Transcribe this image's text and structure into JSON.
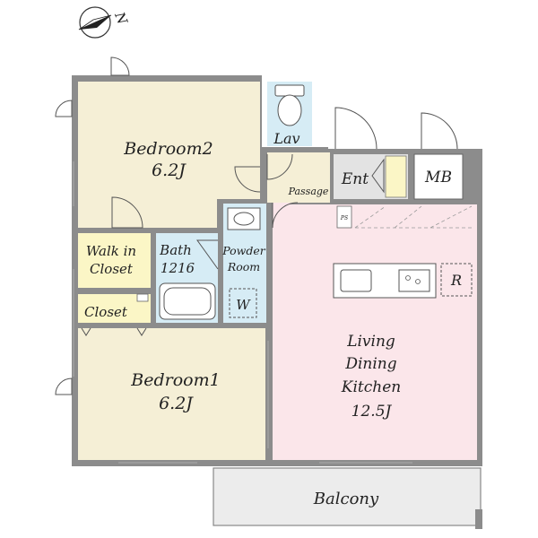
{
  "compass": {
    "label": "N",
    "icon": "north-arrow-icon"
  },
  "rooms": {
    "bedroom2": {
      "name": "Bedroom2",
      "size": "6.2J"
    },
    "bedroom1": {
      "name": "Bedroom1",
      "size": "6.2J"
    },
    "ldk": {
      "line1": "Living",
      "line2": "Dining",
      "line3": "Kitchen",
      "size": "12.5J"
    },
    "walk_in_closet": {
      "line1": "Walk in",
      "line2": "Closet"
    },
    "closet": {
      "name": "Closet"
    },
    "bath": {
      "line1": "Bath",
      "line2": "1216"
    },
    "powder_room": {
      "line1": "Powder",
      "line2": "Room"
    },
    "lav": {
      "name": "Lav"
    },
    "passage": {
      "name": "Passage"
    },
    "entrance": {
      "name": "Ent"
    },
    "meter_box": {
      "name": "MB"
    },
    "balcony": {
      "name": "Balcony"
    }
  },
  "fixtures": {
    "washer": "W",
    "refrigerator": "R",
    "pipe_shaft": "PS"
  },
  "colors": {
    "wall": "#8c8c8c",
    "bedroom": "#f5efd6",
    "ldk": "#fbe6ea",
    "wet_area": "#d6ecf5",
    "closet": "#fbf6c6",
    "passage": "#f5efd6",
    "balcony": "#ececec",
    "entrance": "#e3e3e3"
  }
}
